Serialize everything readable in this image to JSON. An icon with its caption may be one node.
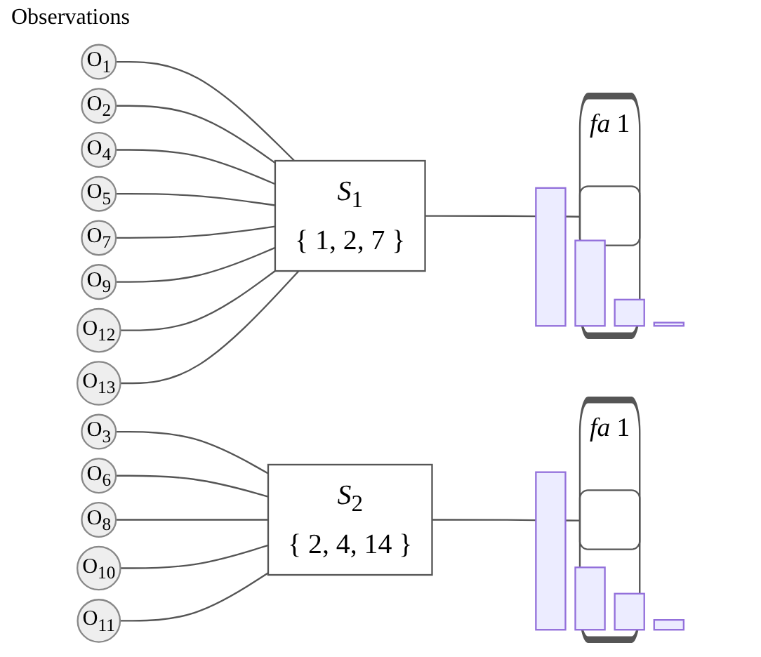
{
  "diagram": {
    "title": "Observations",
    "nodes": [
      {
        "text": [
          "O$_{1}$"
        ]
      },
      {
        "text": [
          "O$_{2}$"
        ]
      },
      {
        "text": [
          "O$_{3}$"
        ]
      },
      {
        "text": [
          "O$_{4}$"
        ]
      },
      {
        "text": [
          "O$_{5}$"
        ]
      },
      {
        "text": [
          "O$_{6}$"
        ]
      },
      {
        "text": [
          "O$_{7}$"
        ]
      },
      {
        "text": [
          "O$_{8}$"
        ]
      },
      {
        "text": [
          "O$_{9}$"
        ]
      },
      {
        "text": [
          "O$_{10}$"
        ]
      },
      {
        "text": [
          "O$_{11}$"
        ]
      },
      {
        "text": [
          "O$_{12}$"
        ]
      },
      {
        "text": [
          "O$_{13}$"
        ]
      },
      {
        "text": [
          "*S*$_{1}$",
          "{ 1, 2, 7 }"
        ]
      },
      {
        "text": [
          "*fa* 1"
        ]
      },
      {
        "text": [
          "*S*$_{2}$",
          "{ 2, 4, 14 }"
        ]
      },
      {
        "text": [
          "*fa* 1"
        ]
      }
    ],
    "edges": [
      {
        "from": 0,
        "to": 13,
        "arrow": "none"
      },
      {
        "from": 1,
        "to": 13,
        "arrow": "none"
      },
      {
        "from": 2,
        "to": 15,
        "arrow": "none"
      },
      {
        "from": 3,
        "to": 13,
        "arrow": "none"
      },
      {
        "from": 4,
        "to": 13,
        "arrow": "none"
      },
      {
        "from": 5,
        "to": 15,
        "arrow": "none"
      },
      {
        "from": 6,
        "to": 13,
        "arrow": "none"
      },
      {
        "from": 7,
        "to": 15,
        "arrow": "none"
      },
      {
        "from": 8,
        "to": 13,
        "arrow": "none"
      },
      {
        "from": 9,
        "to": 15,
        "arrow": "none"
      },
      {
        "from": 10,
        "to": 15,
        "arrow": "none"
      },
      {
        "from": 11,
        "to": 13,
        "arrow": "none"
      },
      {
        "from": 12,
        "to": 13,
        "arrow": "none"
      },
      {
        "from": 13,
        "to": 14,
        "arrow": "none"
      },
      {
        "from": 15,
        "to": 16,
        "arrow": "none"
      }
    ]
  }
}
